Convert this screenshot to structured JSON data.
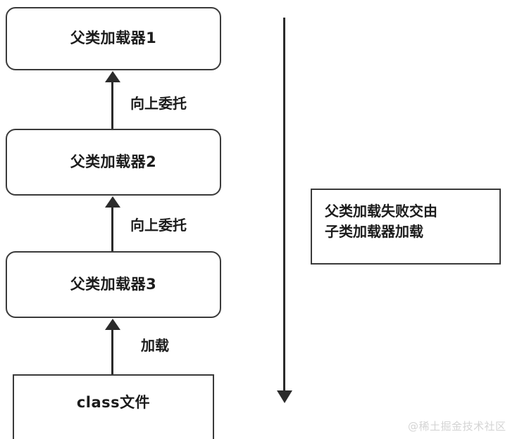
{
  "diagram": {
    "title": "Class loader parent delegation diagram",
    "background_color": "#ffffff",
    "stroke_color": "#3a3a3a",
    "text_color": "#1c1c1c"
  },
  "nodes": [
    {
      "id": "loader1",
      "label": "父类加载器1",
      "shape": "rounded-rect"
    },
    {
      "id": "loader2",
      "label": "父类加载器2",
      "shape": "rounded-rect"
    },
    {
      "id": "loader3",
      "label": "父类加载器3",
      "shape": "rounded-rect"
    },
    {
      "id": "classfile",
      "label": "class文件",
      "shape": "rect"
    }
  ],
  "note": {
    "lines": [
      "父类加载失败交由",
      "子类加载器加载"
    ],
    "shape": "rect"
  },
  "arrows": [
    {
      "id": "arrow-1",
      "direction": "up",
      "caption": "向上委托",
      "from": "loader2",
      "to": "loader1"
    },
    {
      "id": "arrow-2",
      "direction": "up",
      "caption": "向上委托",
      "from": "loader3",
      "to": "loader2"
    },
    {
      "id": "arrow-3",
      "direction": "up",
      "caption": "加载",
      "from": "classfile",
      "to": "loader3"
    },
    {
      "id": "downarrow",
      "direction": "down",
      "caption": "",
      "from": "top",
      "to": "bottom"
    }
  ],
  "watermark": {
    "text": "@稀土掘金技术社区",
    "color": "#d4d4d4"
  }
}
